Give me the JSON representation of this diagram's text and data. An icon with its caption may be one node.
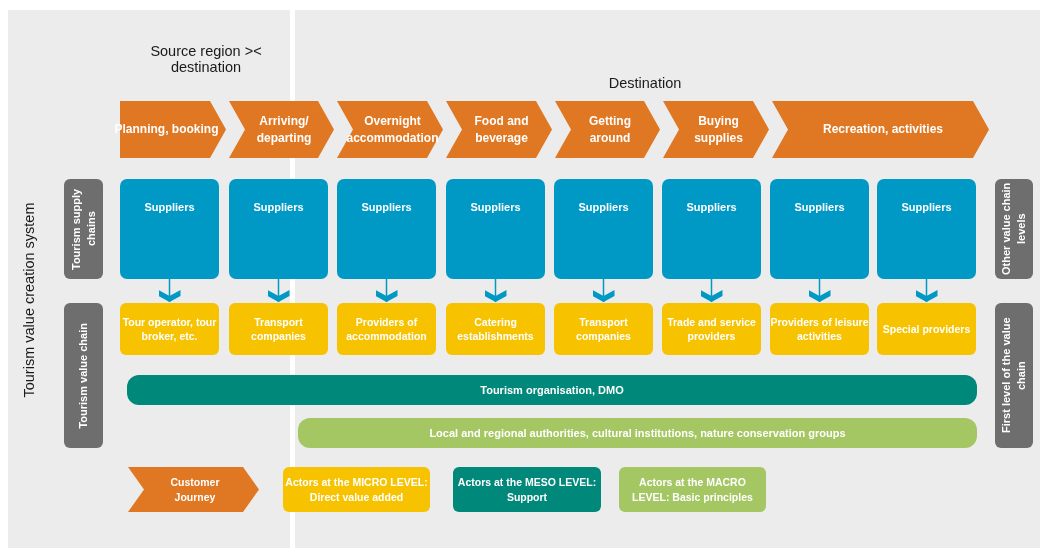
{
  "diagram": {
    "nodes": [
      {
        "text": [
          "Planning, booking"
        ]
      },
      {
        "text": [
          "Arriving/ departing"
        ]
      },
      {
        "text": [
          "Overnight accommodation"
        ]
      },
      {
        "text": [
          "Food and beverage"
        ]
      },
      {
        "text": [
          "Getting around"
        ]
      },
      {
        "text": [
          "Buying supplies"
        ]
      },
      {
        "text": [
          "Recreation, activities"
        ]
      },
      {
        "text": [
          "Tourism supply chains"
        ]
      },
      {
        "text": [
          "Suppliers"
        ]
      },
      {
        "text": [
          "Suppliers"
        ]
      },
      {
        "text": [
          "Suppliers"
        ]
      },
      {
        "text": [
          "Suppliers"
        ]
      },
      {
        "text": [
          "Suppliers"
        ]
      },
      {
        "text": [
          "Suppliers"
        ]
      },
      {
        "text": [
          "Suppliers"
        ]
      },
      {
        "text": [
          "Suppliers"
        ]
      },
      {
        "text": [
          "Other value chain levels"
        ]
      },
      {
        "text": [
          "Tourism value chain"
        ]
      },
      {
        "text": [
          "Tour operator, tour broker, etc."
        ]
      },
      {
        "text": [
          "Transport companies"
        ]
      },
      {
        "text": [
          "Providers of accommodation"
        ]
      },
      {
        "text": [
          "Catering establishments"
        ]
      },
      {
        "text": [
          "Transport companies"
        ]
      },
      {
        "text": [
          "Trade and service providers"
        ]
      },
      {
        "text": [
          "Providers of leisure activities"
        ]
      },
      {
        "text": [
          "Special providers"
        ]
      },
      {
        "text": [
          "First level of the value chain"
        ]
      },
      {
        "text": [
          "Tourism organisation, DMO"
        ]
      },
      {
        "text": [
          "Local and regional authorities, cultural institutions, nature conservation groups"
        ]
      }
    ],
    "edges": [
      {
        "from": 8,
        "to": 18,
        "arrow": "to"
      },
      {
        "from": 9,
        "to": 19,
        "arrow": "to"
      },
      {
        "from": 10,
        "to": 20,
        "arrow": "to"
      },
      {
        "from": 11,
        "to": 21,
        "arrow": "to"
      },
      {
        "from": 12,
        "to": 22,
        "arrow": "to"
      },
      {
        "from": 13,
        "to": 23,
        "arrow": "to"
      },
      {
        "from": 14,
        "to": 24,
        "arrow": "to"
      },
      {
        "from": 15,
        "to": 25,
        "arrow": "to"
      }
    ],
    "labels": [
      "Source region >< destination",
      "Destination",
      "Tourism value creation system"
    ],
    "legend": [
      {
        "text": "Customer Journey",
        "color": "#e07722"
      },
      {
        "text": "Actors at the MICRO LEVEL: Direct value added",
        "color": "#f7c300"
      },
      {
        "text": "Actors at the MESO LEVEL: Support",
        "color": "#00897b"
      },
      {
        "text": "Actors at the MACRO LEVEL: Basic principles",
        "color": "#a5c763"
      }
    ]
  }
}
